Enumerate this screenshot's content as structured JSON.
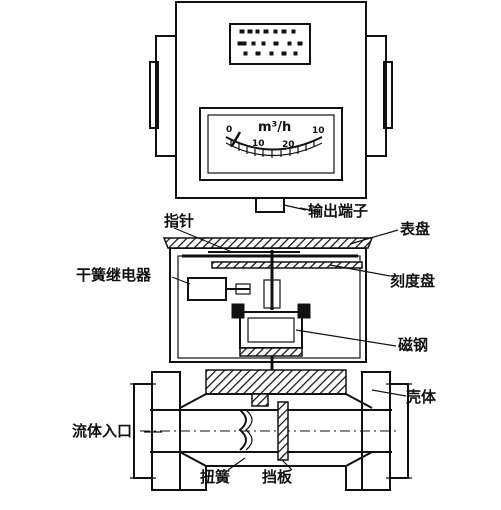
{
  "meter_scale": {
    "unit": "m³/h",
    "ticks": [
      "0",
      "10",
      "20",
      "10"
    ]
  },
  "labels": {
    "output_terminal": "输出端子",
    "pointer": "指针",
    "dial": "表盘",
    "reed_relay": "干簧继电器",
    "scale_disc": "刻度盘",
    "magnet_steel": "磁钢",
    "housing": "壳体",
    "fluid_inlet": "流体入口",
    "torsion_spring": "扭簧",
    "baffle": "挡板"
  }
}
